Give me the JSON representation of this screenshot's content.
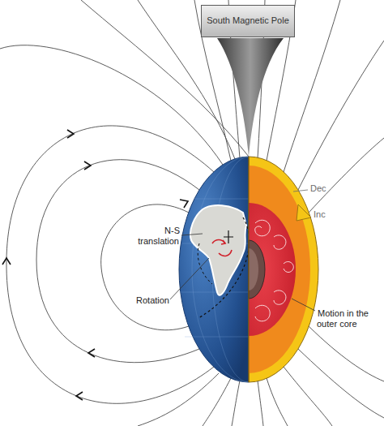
{
  "diagram": {
    "nodes": [
      {
        "text": [
          "South Magnetic Pole"
        ]
      }
    ],
    "labels": [
      "N-S translation",
      "Rotation",
      "Motion in the outer core",
      "Dec",
      "Inc"
    ]
  }
}
